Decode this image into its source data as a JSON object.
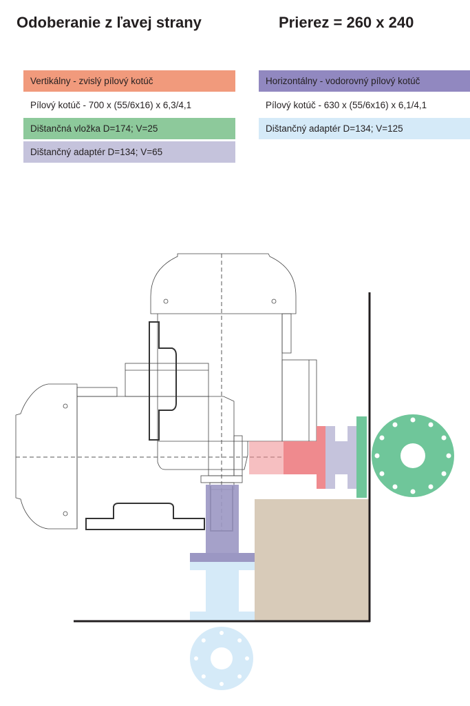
{
  "titles": {
    "left": "Odoberanie z ľavej strany",
    "right": "Prierez = 260 x 240"
  },
  "vertical_legend": {
    "header": "Vertikálny - zvislý pílový kotúč",
    "blade": "Pílový kotúč - 700 x (55/6x16) x 6,3/4,1",
    "spacer": "Dištančná vložka D=174; V=25",
    "adapter": "Dištančný adaptér D=134; V=65"
  },
  "horizontal_legend": {
    "header": "Horizontálny - vodorovný pílový kotúč",
    "blade": "Pílový kotúč - 630 x (55/6x16) x 6,1/4,1",
    "adapter": "Dištančný adaptér D=134; V=125"
  },
  "colors": {
    "vertical_header": "#f19a7c",
    "horizontal_header": "#9188c0",
    "spacer_green": "#8dc99b",
    "adapter_lavender": "#c5c3dc",
    "adapter_light_blue": "#d5eaf8",
    "workpiece_tan": "#d8cbb9",
    "red_part": "#ef8a8e",
    "purple_part": "#9b97c3",
    "disc_green": "#6fc69a"
  }
}
